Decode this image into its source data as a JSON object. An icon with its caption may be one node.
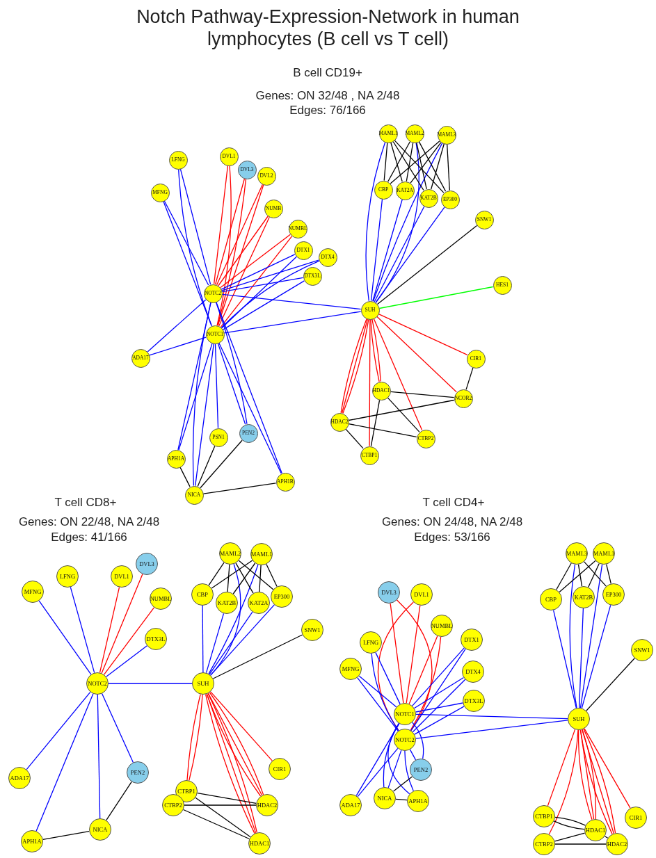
{
  "diagram": {
    "title": "Notch Pathway-Expression-Network in human lymphocytes (B cell vs T cell)",
    "nodes": [
      {
        "text": [
          "LFNG"
        ]
      },
      {
        "text": [
          "MFNG"
        ]
      },
      {
        "text": [
          "DVL1"
        ]
      },
      {
        "text": [
          "DVL3"
        ]
      },
      {
        "text": [
          "DVL2"
        ]
      },
      {
        "text": [
          "NUMB"
        ]
      },
      {
        "text": [
          "NUMBL"
        ]
      },
      {
        "text": [
          "DTX1"
        ]
      },
      {
        "text": [
          "DTX4"
        ]
      },
      {
        "text": [
          "DTX3L"
        ]
      },
      {
        "text": [
          "NOTC2"
        ]
      },
      {
        "text": [
          "NOTC1"
        ]
      },
      {
        "text": [
          "ADA17"
        ]
      },
      {
        "text": [
          "PSN1"
        ]
      },
      {
        "text": [
          "PEN2"
        ]
      },
      {
        "text": [
          "APH1A"
        ]
      },
      {
        "text": [
          "NICA"
        ]
      },
      {
        "text": [
          "APH1B"
        ]
      },
      {
        "text": [
          "MAML1"
        ]
      },
      {
        "text": [
          "MAML2"
        ]
      },
      {
        "text": [
          "MAML3"
        ]
      },
      {
        "text": [
          "CBP"
        ]
      },
      {
        "text": [
          "KAT2A"
        ]
      },
      {
        "text": [
          "KAT2B"
        ]
      },
      {
        "text": [
          "EP300"
        ]
      },
      {
        "text": [
          "SNW1"
        ]
      },
      {
        "text": [
          "HES1"
        ]
      },
      {
        "text": [
          "SUH"
        ]
      },
      {
        "text": [
          "CIR1"
        ]
      },
      {
        "text": [
          "HDAC1"
        ]
      },
      {
        "text": [
          "NCOR2"
        ]
      },
      {
        "text": [
          "HDAC2"
        ]
      },
      {
        "text": [
          "CTBP2"
        ]
      },
      {
        "text": [
          "CTBP1"
        ]
      },
      {
        "text": [
          "MFNG"
        ]
      },
      {
        "text": [
          "LFNG"
        ]
      },
      {
        "text": [
          "DVL1"
        ]
      },
      {
        "text": [
          "DVL3"
        ]
      },
      {
        "text": [
          "NUMBL"
        ]
      },
      {
        "text": [
          "DTX3L"
        ]
      },
      {
        "text": [
          "NOTC2"
        ]
      },
      {
        "text": [
          "ADA17"
        ]
      },
      {
        "text": [
          "PEN2"
        ]
      },
      {
        "text": [
          "NICA"
        ]
      },
      {
        "text": [
          "APH1A"
        ]
      },
      {
        "text": [
          "MAML2"
        ]
      },
      {
        "text": [
          "MAML1"
        ]
      },
      {
        "text": [
          "CBP"
        ]
      },
      {
        "text": [
          "KAT2B"
        ]
      },
      {
        "text": [
          "KAT2A"
        ]
      },
      {
        "text": [
          "EP300"
        ]
      },
      {
        "text": [
          "SNW1"
        ]
      },
      {
        "text": [
          "SUH"
        ]
      },
      {
        "text": [
          "CIR1"
        ]
      },
      {
        "text": [
          "CTBP1"
        ]
      },
      {
        "text": [
          "CTBP2"
        ]
      },
      {
        "text": [
          "HDAC2"
        ]
      },
      {
        "text": [
          "HDAC1"
        ]
      },
      {
        "text": [
          "DVL3"
        ]
      },
      {
        "text": [
          "DVL1"
        ]
      },
      {
        "text": [
          "NUMBL"
        ]
      },
      {
        "text": [
          "LFNG"
        ]
      },
      {
        "text": [
          "DTX1"
        ]
      },
      {
        "text": [
          "MFNG"
        ]
      },
      {
        "text": [
          "DTX4"
        ]
      },
      {
        "text": [
          "DTX3L"
        ]
      },
      {
        "text": [
          "NOTC1"
        ]
      },
      {
        "text": [
          "NOTC2"
        ]
      },
      {
        "text": [
          "PEN2"
        ]
      },
      {
        "text": [
          "ADA17"
        ]
      },
      {
        "text": [
          "NICA"
        ]
      },
      {
        "text": [
          "APH1A"
        ]
      },
      {
        "text": [
          "MAML3"
        ]
      },
      {
        "text": [
          "MAML1"
        ]
      },
      {
        "text": [
          "CBP"
        ]
      },
      {
        "text": [
          "KAT2B"
        ]
      },
      {
        "text": [
          "EP300"
        ]
      },
      {
        "text": [
          "SNW1"
        ]
      },
      {
        "text": [
          "SUH"
        ]
      },
      {
        "text": [
          "CTBP1"
        ]
      },
      {
        "text": [
          "CIR1"
        ]
      },
      {
        "text": [
          "HDAC1"
        ]
      },
      {
        "text": [
          "CTBP2"
        ]
      },
      {
        "text": [
          "HDAC2"
        ]
      }
    ],
    "edges": [
      {
        "from": 10,
        "to": 0,
        "arrow": "none"
      },
      {
        "from": 11,
        "to": 0,
        "arrow": "none"
      },
      {
        "from": 10,
        "to": 1,
        "arrow": "none"
      },
      {
        "from": 11,
        "to": 1,
        "arrow": "none"
      },
      {
        "from": 10,
        "to": 2,
        "arrow": "none",
        "color": "#ff0000"
      },
      {
        "from": 11,
        "to": 2,
        "arrow": "none",
        "color": "#ff0000"
      },
      {
        "from": 10,
        "to": 3,
        "arrow": "none",
        "color": "#ff0000"
      },
      {
        "from": 11,
        "to": 3,
        "arrow": "none",
        "color": "#ff0000"
      },
      {
        "from": 10,
        "to": 4,
        "arrow": "none",
        "color": "#ff0000"
      },
      {
        "from": 11,
        "to": 4,
        "arrow": "none",
        "color": "#ff0000"
      },
      {
        "from": 10,
        "to": 5,
        "arrow": "none",
        "color": "#ff0000"
      },
      {
        "from": 11,
        "to": 5,
        "arrow": "none",
        "color": "#ff0000"
      },
      {
        "from": 10,
        "to": 6,
        "arrow": "none",
        "color": "#ff0000"
      },
      {
        "from": 11,
        "to": 6,
        "arrow": "none",
        "color": "#ff0000"
      },
      {
        "from": 10,
        "to": 7,
        "arrow": "none"
      },
      {
        "from": 11,
        "to": 7,
        "arrow": "none"
      },
      {
        "from": 10,
        "to": 8,
        "arrow": "none"
      },
      {
        "from": 11,
        "to": 8,
        "arrow": "none"
      },
      {
        "from": 10,
        "to": 9,
        "arrow": "none"
      },
      {
        "from": 11,
        "to": 9,
        "arrow": "none"
      },
      {
        "from": 10,
        "to": 12,
        "arrow": "none"
      },
      {
        "from": 11,
        "to": 12,
        "arrow": "none"
      },
      {
        "from": 11,
        "to": 13,
        "arrow": "none"
      },
      {
        "from": 10,
        "to": 14,
        "arrow": "none"
      },
      {
        "from": 11,
        "to": 14,
        "arrow": "none"
      },
      {
        "from": 10,
        "to": 15,
        "arrow": "none"
      },
      {
        "from": 11,
        "to": 15,
        "arrow": "none"
      },
      {
        "from": 10,
        "to": 16,
        "arrow": "none"
      },
      {
        "from": 11,
        "to": 16,
        "arrow": "none"
      },
      {
        "from": 10,
        "to": 17,
        "arrow": "none"
      },
      {
        "from": 11,
        "to": 17,
        "arrow": "none"
      },
      {
        "from": 10,
        "to": 27,
        "arrow": "none"
      },
      {
        "from": 11,
        "to": 27,
        "arrow": "none"
      },
      {
        "from": 15,
        "to": 16,
        "arrow": "none",
        "color": "#000000"
      },
      {
        "from": 16,
        "to": 13,
        "arrow": "none",
        "color": "#000000"
      },
      {
        "from": 16,
        "to": 14,
        "arrow": "none",
        "color": "#000000"
      },
      {
        "from": 16,
        "to": 17,
        "arrow": "none",
        "color": "#000000"
      },
      {
        "from": 27,
        "to": 18,
        "arrow": "none"
      },
      {
        "from": 27,
        "to": 19,
        "arrow": "none"
      },
      {
        "from": 27,
        "to": 20,
        "arrow": "none"
      },
      {
        "from": 27,
        "to": 21,
        "arrow": "none"
      },
      {
        "from": 27,
        "to": 22,
        "arrow": "none"
      },
      {
        "from": 27,
        "to": 23,
        "arrow": "none"
      },
      {
        "from": 27,
        "to": 24,
        "arrow": "none"
      },
      {
        "from": 18,
        "to": 21,
        "arrow": "none",
        "color": "#000000"
      },
      {
        "from": 18,
        "to": 22,
        "arrow": "none",
        "color": "#000000"
      },
      {
        "from": 18,
        "to": 23,
        "arrow": "none",
        "color": "#000000"
      },
      {
        "from": 18,
        "to": 24,
        "arrow": "none",
        "color": "#000000"
      },
      {
        "from": 19,
        "to": 21,
        "arrow": "none",
        "color": "#000000"
      },
      {
        "from": 19,
        "to": 22,
        "arrow": "none",
        "color": "#000000"
      },
      {
        "from": 19,
        "to": 23,
        "arrow": "none",
        "color": "#000000"
      },
      {
        "from": 19,
        "to": 24,
        "arrow": "none",
        "color": "#000000"
      },
      {
        "from": 20,
        "to": 21,
        "arrow": "none",
        "color": "#000000"
      },
      {
        "from": 20,
        "to": 22,
        "arrow": "none",
        "color": "#000000"
      },
      {
        "from": 20,
        "to": 23,
        "arrow": "none",
        "color": "#000000"
      },
      {
        "from": 20,
        "to": 24,
        "arrow": "none",
        "color": "#000000"
      },
      {
        "from": 27,
        "to": 25,
        "arrow": "none",
        "color": "#000000"
      },
      {
        "from": 27,
        "to": 26,
        "arrow": "none",
        "color": "#00ff00"
      },
      {
        "from": 27,
        "to": 28,
        "arrow": "none",
        "color": "#ff0000"
      },
      {
        "from": 27,
        "to": 30,
        "arrow": "none",
        "color": "#ff0000"
      },
      {
        "from": 27,
        "to": 32,
        "arrow": "none",
        "color": "#ff0000"
      },
      {
        "from": 27,
        "to": 33,
        "arrow": "none",
        "color": "#ff0000"
      },
      {
        "from": 27,
        "to": 29,
        "arrow": "none",
        "color": "#ff0000"
      },
      {
        "from": 27,
        "to": 29,
        "arrow": "none",
        "color": "#ff0000"
      },
      {
        "from": 27,
        "to": 31,
        "arrow": "none",
        "color": "#ff0000"
      },
      {
        "from": 27,
        "to": 31,
        "arrow": "none",
        "color": "#ff0000"
      },
      {
        "from": 27,
        "to": 31,
        "arrow": "none",
        "color": "#ff0000"
      },
      {
        "from": 28,
        "to": 30,
        "arrow": "none",
        "color": "#000000"
      },
      {
        "from": 29,
        "to": 30,
        "arrow": "none",
        "color": "#000000"
      },
      {
        "from": 31,
        "to": 30,
        "arrow": "none",
        "color": "#000000"
      },
      {
        "from": 29,
        "to": 32,
        "arrow": "none",
        "color": "#000000"
      },
      {
        "from": 29,
        "to": 33,
        "arrow": "none",
        "color": "#000000"
      },
      {
        "from": 31,
        "to": 32,
        "arrow": "none",
        "color": "#000000"
      },
      {
        "from": 31,
        "to": 33,
        "arrow": "none",
        "color": "#000000"
      },
      {
        "from": 40,
        "to": 34,
        "arrow": "none"
      },
      {
        "from": 40,
        "to": 35,
        "arrow": "none"
      },
      {
        "from": 40,
        "to": 36,
        "arrow": "none",
        "color": "#ff0000"
      },
      {
        "from": 40,
        "to": 37,
        "arrow": "none",
        "color": "#ff0000"
      },
      {
        "from": 40,
        "to": 38,
        "arrow": "none",
        "color": "#ff0000"
      },
      {
        "from": 40,
        "to": 39,
        "arrow": "none"
      },
      {
        "from": 40,
        "to": 52,
        "arrow": "none"
      },
      {
        "from": 40,
        "to": 41,
        "arrow": "none"
      },
      {
        "from": 40,
        "to": 44,
        "arrow": "none"
      },
      {
        "from": 40,
        "to": 43,
        "arrow": "none"
      },
      {
        "from": 40,
        "to": 42,
        "arrow": "none"
      },
      {
        "from": 43,
        "to": 42,
        "arrow": "none",
        "color": "#000000"
      },
      {
        "from": 43,
        "to": 44,
        "arrow": "none",
        "color": "#000000"
      },
      {
        "from": 52,
        "to": 47,
        "arrow": "none"
      },
      {
        "from": 52,
        "to": 45,
        "arrow": "none"
      },
      {
        "from": 52,
        "to": 46,
        "arrow": "none"
      },
      {
        "from": 52,
        "to": 48,
        "arrow": "none"
      },
      {
        "from": 52,
        "to": 49,
        "arrow": "none"
      },
      {
        "from": 52,
        "to": 50,
        "arrow": "none"
      },
      {
        "from": 52,
        "to": 51,
        "arrow": "none",
        "color": "#000000"
      },
      {
        "from": 45,
        "to": 47,
        "arrow": "none",
        "color": "#000000"
      },
      {
        "from": 45,
        "to": 48,
        "arrow": "none",
        "color": "#000000"
      },
      {
        "from": 45,
        "to": 49,
        "arrow": "none",
        "color": "#000000"
      },
      {
        "from": 45,
        "to": 50,
        "arrow": "none",
        "color": "#000000"
      },
      {
        "from": 46,
        "to": 47,
        "arrow": "none",
        "color": "#000000"
      },
      {
        "from": 46,
        "to": 48,
        "arrow": "none",
        "color": "#000000"
      },
      {
        "from": 46,
        "to": 49,
        "arrow": "none",
        "color": "#000000"
      },
      {
        "from": 46,
        "to": 50,
        "arrow": "none",
        "color": "#000000"
      },
      {
        "from": 52,
        "to": 54,
        "arrow": "none",
        "color": "#ff0000"
      },
      {
        "from": 52,
        "to": 54,
        "arrow": "none",
        "color": "#ff0000"
      },
      {
        "from": 52,
        "to": 56,
        "arrow": "none",
        "color": "#ff0000"
      },
      {
        "from": 52,
        "to": 56,
        "arrow": "none",
        "color": "#ff0000"
      },
      {
        "from": 52,
        "to": 56,
        "arrow": "none",
        "color": "#ff0000"
      },
      {
        "from": 52,
        "to": 57,
        "arrow": "none",
        "color": "#ff0000"
      },
      {
        "from": 52,
        "to": 57,
        "arrow": "none",
        "color": "#ff0000"
      },
      {
        "from": 52,
        "to": 57,
        "arrow": "none",
        "color": "#ff0000"
      },
      {
        "from": 52,
        "to": 53,
        "arrow": "none",
        "color": "#ff0000"
      },
      {
        "from": 54,
        "to": 56,
        "arrow": "none",
        "color": "#000000"
      },
      {
        "from": 55,
        "to": 56,
        "arrow": "none",
        "color": "#000000"
      },
      {
        "from": 54,
        "to": 57,
        "arrow": "none",
        "color": "#000000"
      },
      {
        "from": 55,
        "to": 57,
        "arrow": "none",
        "color": "#000000"
      },
      {
        "from": 66,
        "to": 58,
        "arrow": "none",
        "color": "#ff0000"
      },
      {
        "from": 67,
        "to": 58,
        "arrow": "none",
        "color": "#ff0000"
      },
      {
        "from": 66,
        "to": 59,
        "arrow": "none",
        "color": "#ff0000"
      },
      {
        "from": 67,
        "to": 59,
        "arrow": "none",
        "color": "#ff0000"
      },
      {
        "from": 66,
        "to": 60,
        "arrow": "none",
        "color": "#ff0000"
      },
      {
        "from": 67,
        "to": 60,
        "arrow": "none",
        "color": "#ff0000"
      },
      {
        "from": 66,
        "to": 61,
        "arrow": "none"
      },
      {
        "from": 67,
        "to": 61,
        "arrow": "none"
      },
      {
        "from": 66,
        "to": 63,
        "arrow": "none"
      },
      {
        "from": 67,
        "to": 63,
        "arrow": "none"
      },
      {
        "from": 66,
        "to": 62,
        "arrow": "none"
      },
      {
        "from": 67,
        "to": 62,
        "arrow": "none"
      },
      {
        "from": 66,
        "to": 64,
        "arrow": "none"
      },
      {
        "from": 67,
        "to": 64,
        "arrow": "none"
      },
      {
        "from": 66,
        "to": 65,
        "arrow": "none"
      },
      {
        "from": 67,
        "to": 65,
        "arrow": "none"
      },
      {
        "from": 66,
        "to": 78,
        "arrow": "none"
      },
      {
        "from": 67,
        "to": 78,
        "arrow": "none"
      },
      {
        "from": 66,
        "to": 69,
        "arrow": "none"
      },
      {
        "from": 67,
        "to": 69,
        "arrow": "none"
      },
      {
        "from": 66,
        "to": 70,
        "arrow": "none"
      },
      {
        "from": 67,
        "to": 70,
        "arrow": "none"
      },
      {
        "from": 66,
        "to": 71,
        "arrow": "none"
      },
      {
        "from": 67,
        "to": 71,
        "arrow": "none"
      },
      {
        "from": 66,
        "to": 68,
        "arrow": "none"
      },
      {
        "from": 67,
        "to": 68,
        "arrow": "none"
      },
      {
        "from": 70,
        "to": 68,
        "arrow": "none",
        "color": "#000000"
      },
      {
        "from": 70,
        "to": 71,
        "arrow": "none",
        "color": "#000000"
      },
      {
        "from": 78,
        "to": 74,
        "arrow": "none"
      },
      {
        "from": 78,
        "to": 72,
        "arrow": "none"
      },
      {
        "from": 78,
        "to": 75,
        "arrow": "none"
      },
      {
        "from": 78,
        "to": 73,
        "arrow": "none"
      },
      {
        "from": 78,
        "to": 76,
        "arrow": "none"
      },
      {
        "from": 78,
        "to": 77,
        "arrow": "none",
        "color": "#000000"
      },
      {
        "from": 72,
        "to": 74,
        "arrow": "none",
        "color": "#000000"
      },
      {
        "from": 72,
        "to": 75,
        "arrow": "none",
        "color": "#000000"
      },
      {
        "from": 72,
        "to": 76,
        "arrow": "none",
        "color": "#000000"
      },
      {
        "from": 73,
        "to": 74,
        "arrow": "none",
        "color": "#000000"
      },
      {
        "from": 73,
        "to": 75,
        "arrow": "none",
        "color": "#000000"
      },
      {
        "from": 73,
        "to": 76,
        "arrow": "none",
        "color": "#000000"
      },
      {
        "from": 78,
        "to": 79,
        "arrow": "none",
        "color": "#ff0000"
      },
      {
        "from": 78,
        "to": 82,
        "arrow": "none",
        "color": "#ff0000"
      },
      {
        "from": 78,
        "to": 81,
        "arrow": "none",
        "color": "#ff0000"
      },
      {
        "from": 78,
        "to": 81,
        "arrow": "none",
        "color": "#ff0000"
      },
      {
        "from": 78,
        "to": 81,
        "arrow": "none",
        "color": "#ff0000"
      },
      {
        "from": 78,
        "to": 83,
        "arrow": "none",
        "color": "#ff0000"
      },
      {
        "from": 78,
        "to": 83,
        "arrow": "none",
        "color": "#ff0000"
      },
      {
        "from": 78,
        "to": 83,
        "arrow": "none",
        "color": "#ff0000"
      },
      {
        "from": 78,
        "to": 80,
        "arrow": "none",
        "color": "#ff0000"
      },
      {
        "from": 79,
        "to": 81,
        "arrow": "none",
        "color": "#000000"
      },
      {
        "from": 79,
        "to": 81,
        "arrow": "none",
        "color": "#000000"
      },
      {
        "from": 82,
        "to": 81,
        "arrow": "none",
        "color": "#000000"
      },
      {
        "from": 82,
        "to": 83,
        "arrow": "none",
        "color": "#000000"
      },
      {
        "from": 81,
        "to": 83,
        "arrow": "none",
        "color": "#000000"
      }
    ],
    "labels": [
      "B cell CD19+",
      "Genes: ON 32/48 , NA 2/48",
      "Edges: 76/166",
      "T cell CD8+",
      "Genes: ON 22/48, NA 2/48",
      "Edges: 41/166",
      "T cell CD4+",
      "Genes: ON 24/48, NA 2/48",
      "Edges: 53/166"
    ]
  }
}
